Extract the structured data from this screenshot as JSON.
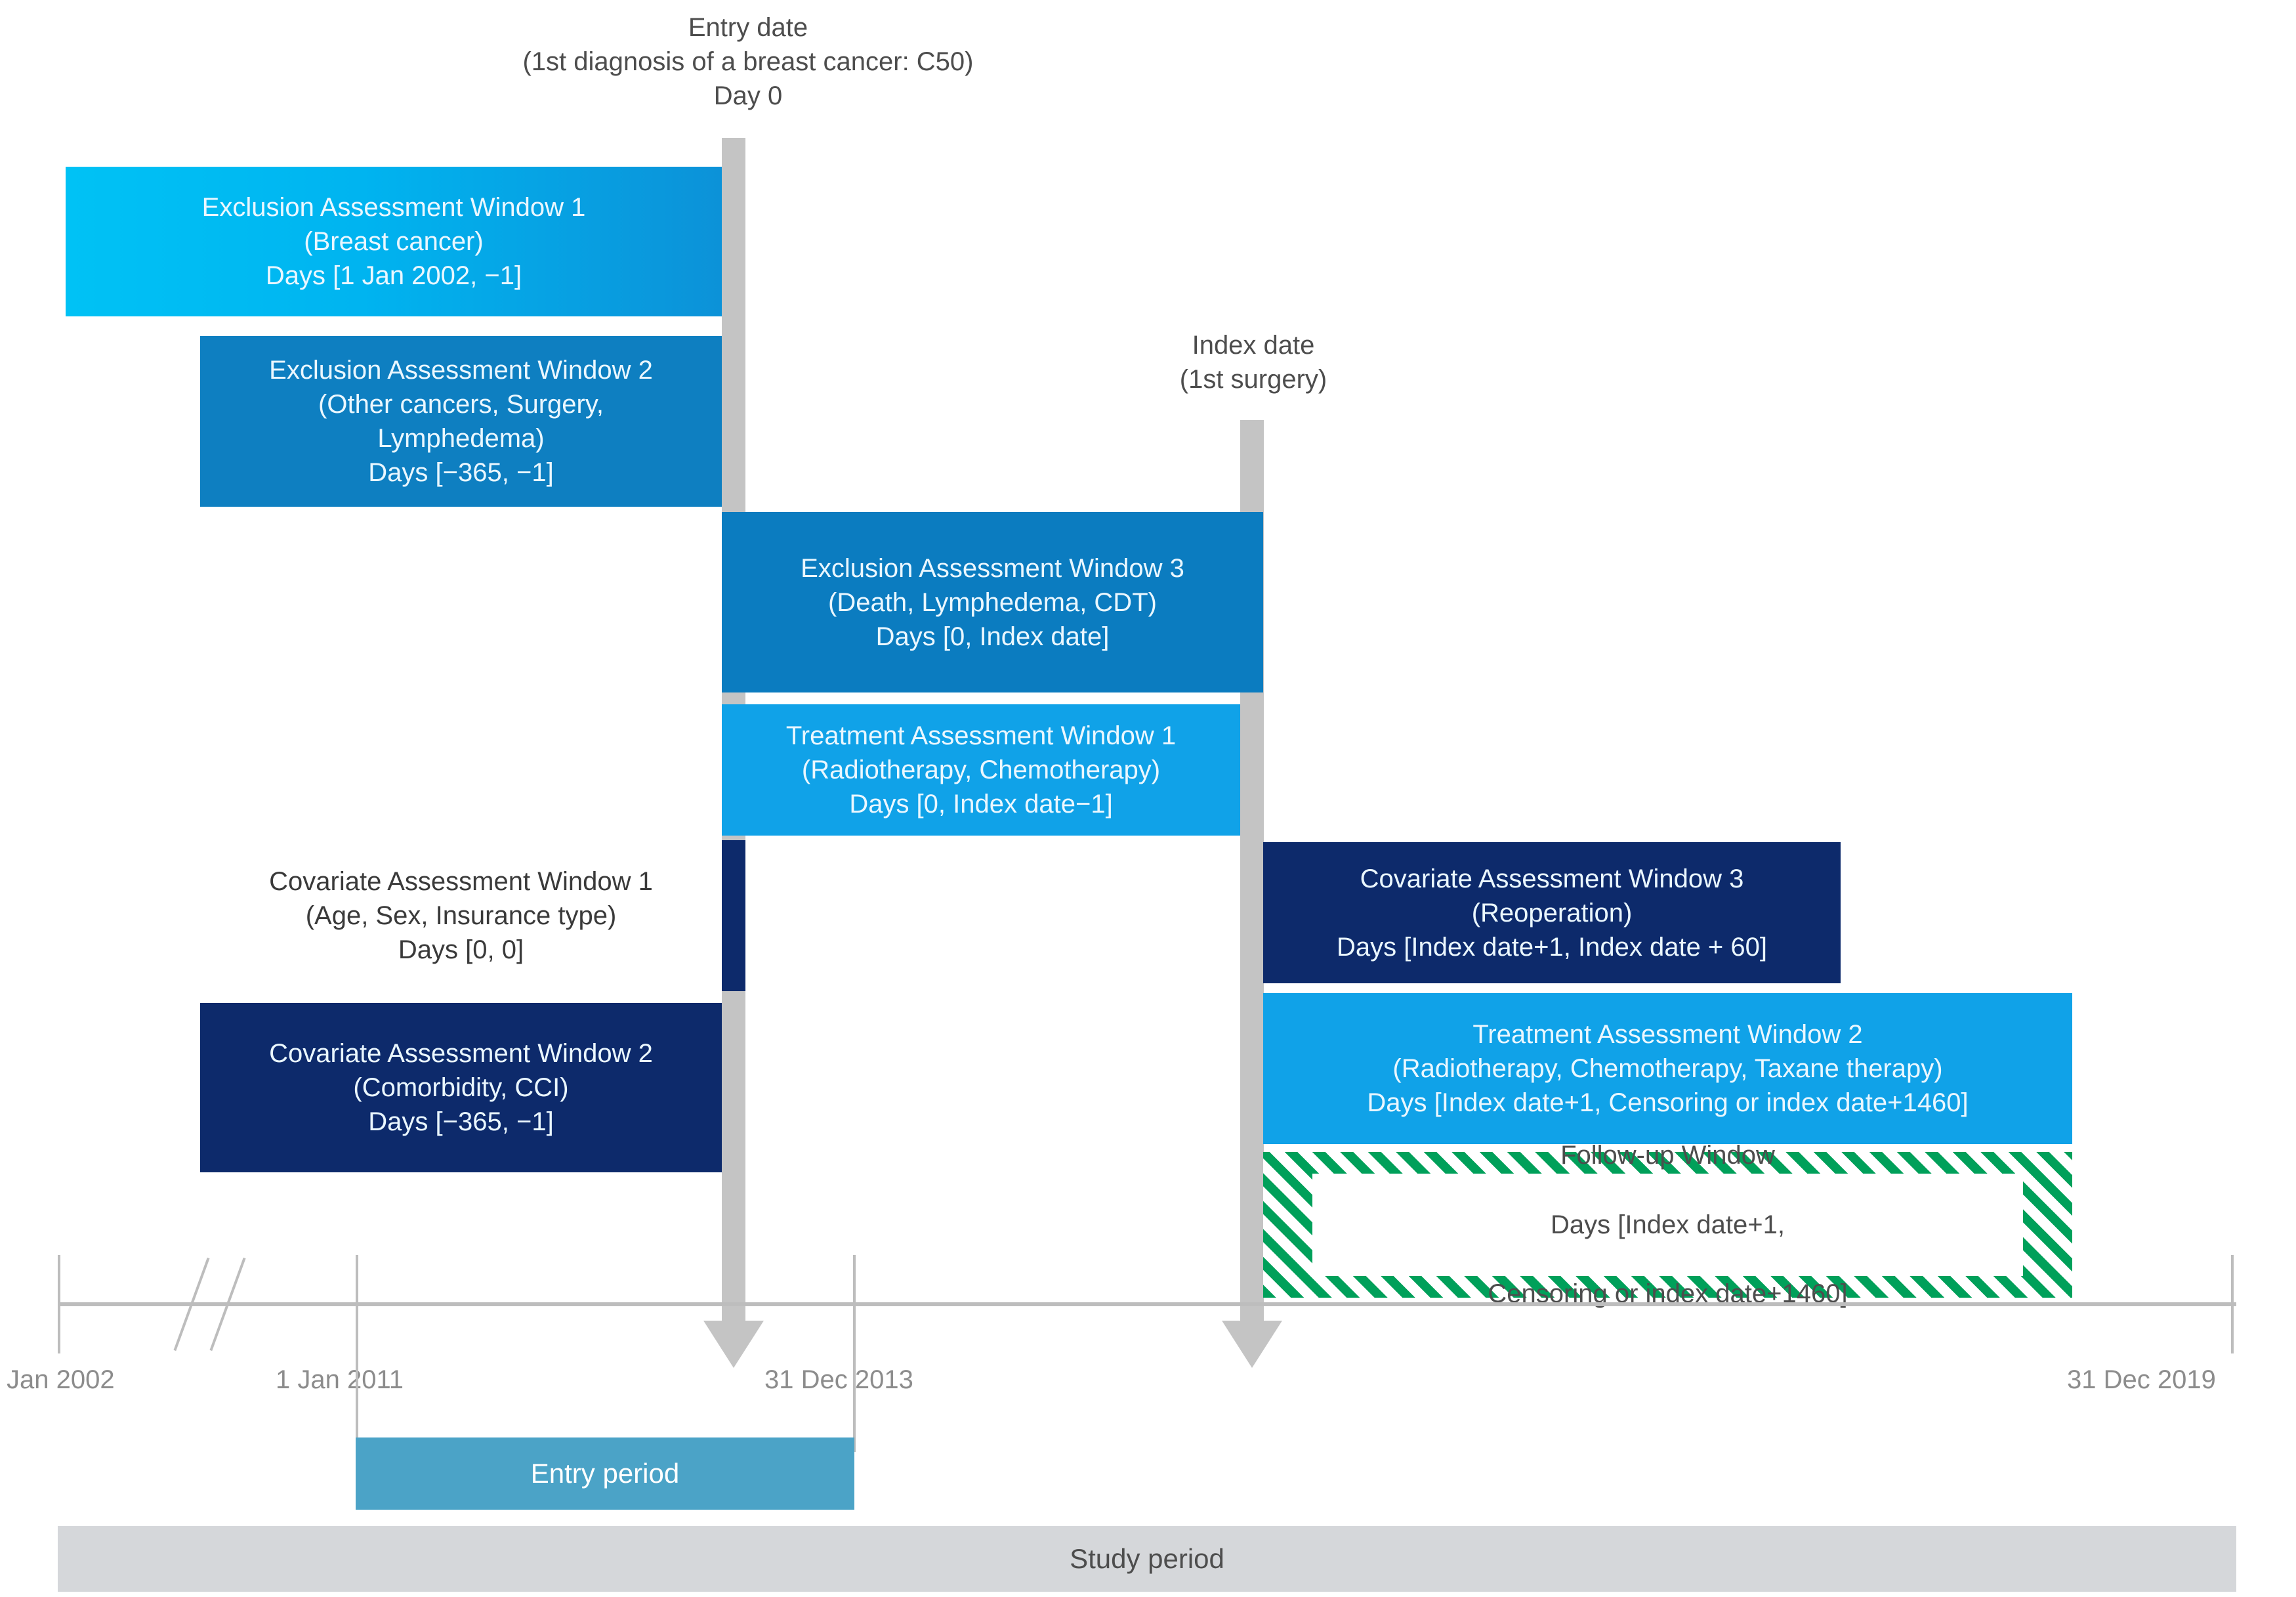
{
  "figure": {
    "type": "study-design-timeline",
    "title_markers": [
      {
        "name": "entry-date",
        "lines": "Entry date\n(1st diagnosis of a breast cancer: C50)\nDay 0"
      },
      {
        "name": "index-date",
        "lines": "Index date\n(1st surgery)"
      }
    ]
  },
  "markers": {
    "entry_date": "Entry date\n(1st diagnosis of a breast cancer: C50)\nDay 0",
    "index_date": "Index date\n(1st surgery)"
  },
  "windows": [
    {
      "id": "exclusion-1",
      "title": "Exclusion Assessment Window 1",
      "detail": "(Breast cancer)",
      "days": "Days [1 Jan 2002, −1]",
      "color": "#00b2f0"
    },
    {
      "id": "exclusion-2",
      "title": "Exclusion Assessment Window 2",
      "detail": "(Other cancers, Surgery,\nLymphedema)",
      "days": "Days [−365, −1]",
      "color": "#0e7fc1"
    },
    {
      "id": "exclusion-3",
      "title": "Exclusion Assessment Window 3",
      "detail": "(Death, Lymphedema, CDT)",
      "days": "Days [0, Index date]",
      "color": "#0b7cc0"
    },
    {
      "id": "treatment-1",
      "title": "Treatment Assessment Window 1",
      "detail": "(Radiotherapy, Chemotherapy)",
      "days": "Days [0, Index date−1]",
      "color": "#10a2e8"
    },
    {
      "id": "covariate-1",
      "title": "Covariate Assessment Window 1",
      "detail": "(Age, Sex, Insurance type)",
      "days": "Days [0, 0]",
      "color": "#0d2a6b"
    },
    {
      "id": "covariate-2",
      "title": "Covariate Assessment Window 2",
      "detail": "(Comorbidity, CCI)",
      "days": "Days [−365, −1]",
      "color": "#0d2a6b"
    },
    {
      "id": "covariate-3",
      "title": "Covariate Assessment Window 3",
      "detail": "(Reoperation)",
      "days": "Days [Index date+1, Index date + 60]",
      "color": "#0d2a6b"
    },
    {
      "id": "treatment-2",
      "title": "Treatment Assessment Window 2",
      "detail": "(Radiotherapy, Chemotherapy, Taxane therapy)",
      "days": "Days [Index date+1, Censoring or index date+1460]",
      "color": "#10a2e8"
    },
    {
      "id": "follow-up",
      "title": "Follow-up Window",
      "detail": "Days [Index date+1,",
      "days": "Censoring or index date+1460]",
      "color": "#00a05a"
    }
  ],
  "window_text": {
    "exclusion_1": {
      "title": "Exclusion Assessment Window 1",
      "detail": "(Breast cancer)",
      "days": "Days [1 Jan 2002, −1]"
    },
    "exclusion_2": {
      "title": "Exclusion Assessment Window 2",
      "detail": "(Other cancers, Surgery,\nLymphedema)",
      "days": "Days [−365, −1]"
    },
    "exclusion_3": {
      "title": "Exclusion Assessment Window 3",
      "detail": "(Death, Lymphedema, CDT)",
      "days": "Days [0, Index date]"
    },
    "treatment_1": {
      "title": "Treatment Assessment Window 1",
      "detail": "(Radiotherapy, Chemotherapy)",
      "days": "Days [0, Index date−1]"
    },
    "covariate_1": {
      "title": "Covariate Assessment Window 1",
      "detail": "(Age, Sex, Insurance type)",
      "days": "Days [0, 0]"
    },
    "covariate_2": {
      "title": "Covariate Assessment Window 2",
      "detail": "(Comorbidity, CCI)",
      "days": "Days [−365, −1]"
    },
    "covariate_3": {
      "title": "Covariate Assessment Window 3",
      "detail": "(Reoperation)",
      "days": "Days [Index date+1, Index date + 60]"
    },
    "treatment_2": {
      "title": "Treatment Assessment Window 2",
      "detail": "(Radiotherapy, Chemotherapy, Taxane therapy)",
      "days": "Days [Index date+1, Censoring or index date+1460]"
    },
    "follow_up": {
      "line1": "Follow-up Window",
      "line2": "Days [Index date+1,",
      "line3": "Censoring or index date+1460]"
    }
  },
  "axis": {
    "labels": [
      "Jan 2002",
      "1 Jan 2011",
      "31 Dec 2013",
      "31 Dec 2019"
    ],
    "break_symbol": "//"
  },
  "periods": {
    "entry": {
      "label": "Entry period",
      "color": "#4ba3c7",
      "range": "1 Jan 2011 to 31 Dec 2013"
    },
    "study": {
      "label": "Study period",
      "color": "#d5d7da",
      "range": "Jan 2002 to 31 Dec 2019"
    }
  },
  "colors": {
    "cyan_bright": "#00b2f0",
    "blue_mid": "#0e7fc1",
    "blue_light": "#10a2e8",
    "navy": "#0d2a6b",
    "green": "#00a05a",
    "gray_marker": "#c4c4c4",
    "gray_axis": "#bdbdbd",
    "entry_period": "#4ba3c7",
    "study_period": "#d5d7da"
  }
}
